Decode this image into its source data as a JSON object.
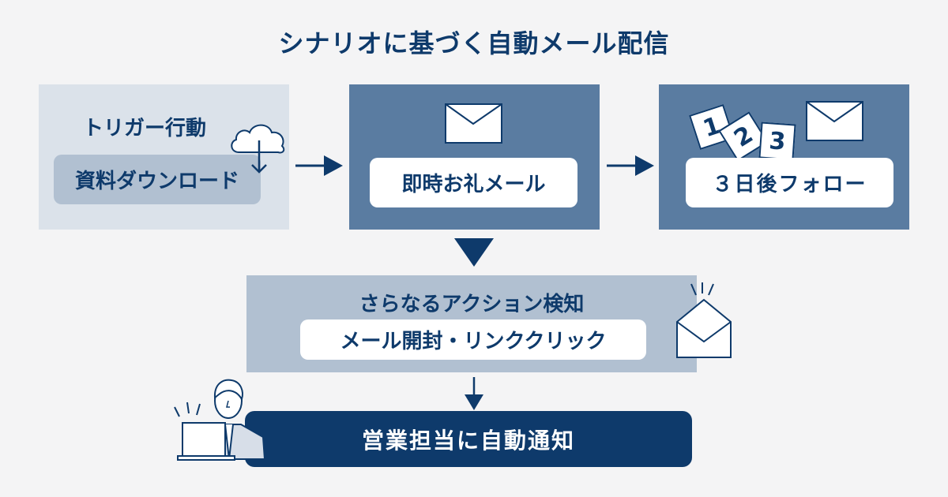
{
  "title": "シナリオに基づく自動メール配信",
  "steps": {
    "trigger": {
      "heading": "トリガー行動",
      "action": "資料ダウンロード",
      "icon": "cloud-download-icon"
    },
    "instant": {
      "label": "即時お礼メール",
      "icon": "envelope-icon"
    },
    "followup": {
      "label": "３日後フォロー",
      "icon": "envelope-icon",
      "badges": [
        "1",
        "2",
        "3"
      ]
    },
    "detect": {
      "heading": "さらなるアクション検知",
      "action": "メール開封・リンククリック",
      "icon": "open-envelope-icon"
    },
    "notify": {
      "label": "営業担当に自動通知",
      "icon": "sales-person-laptop-icon"
    }
  },
  "colors": {
    "navy": "#0e3a6b",
    "steel": "#5a7ca1",
    "light": "#dbe2ea",
    "mid": "#b1c0d1",
    "background": "#f4f4f5"
  }
}
